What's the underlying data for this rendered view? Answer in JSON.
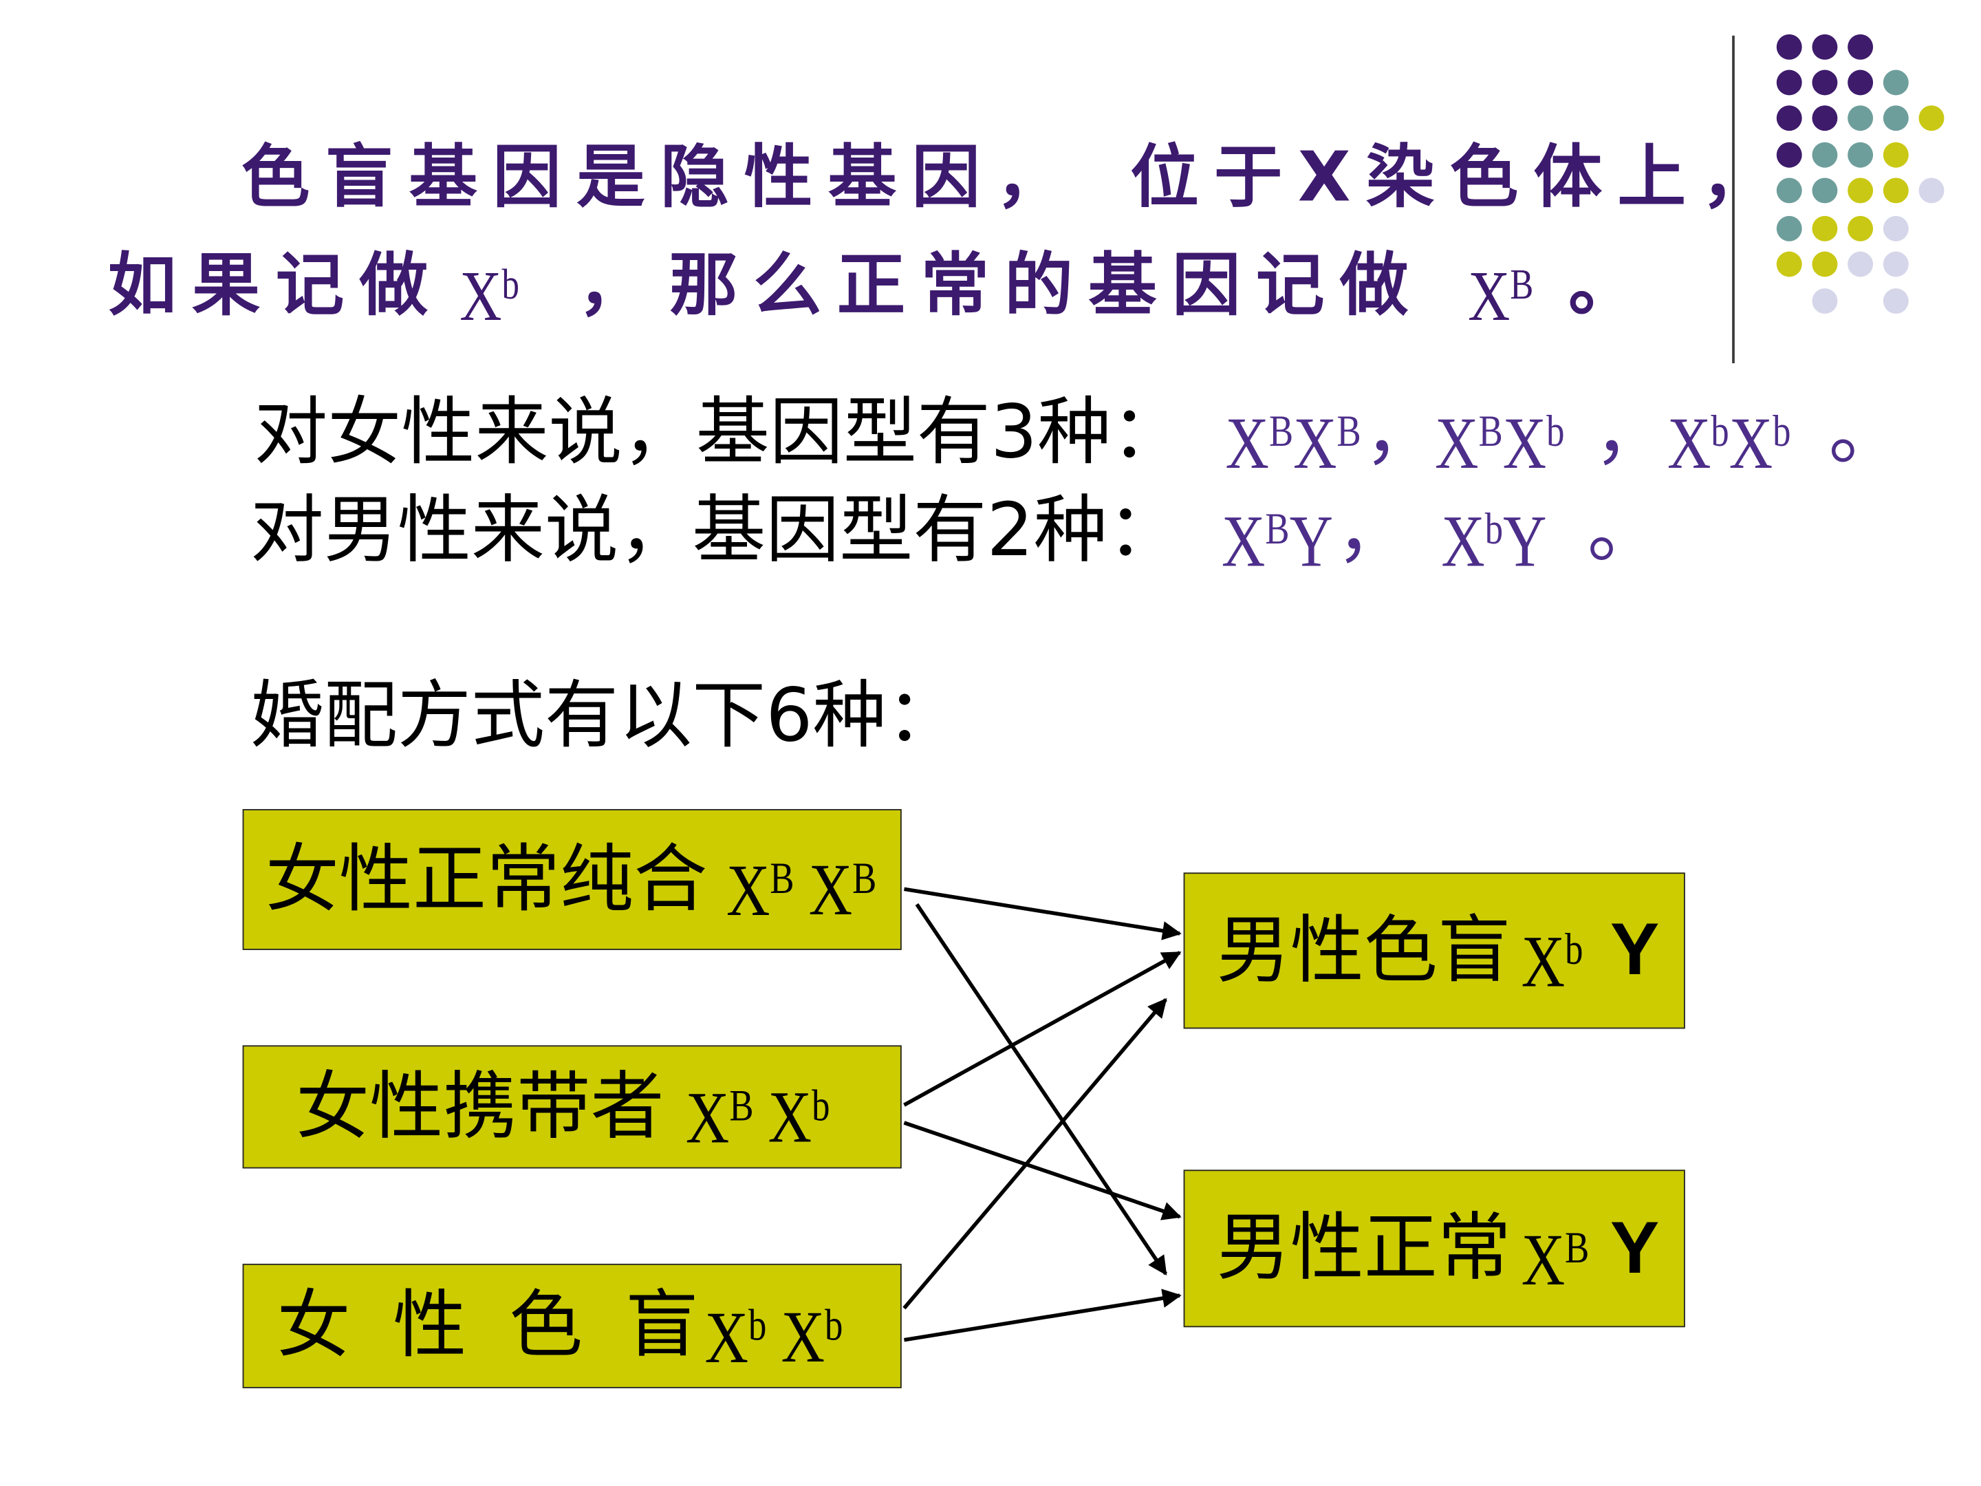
{
  "colors": {
    "title_text": "#3C1A6E",
    "genotype_text": "#4C2E8A",
    "box_fill": "#CCCC00",
    "dot_purple": "#3E1B6B",
    "dot_teal": "#6E9E9B",
    "dot_yellow": "#C9C814",
    "dot_lavender": "#D6D6EA"
  },
  "title": {
    "line1_a": "色盲基因是隐性基因，",
    "line1_b": "位于X染色体上，",
    "line2_a": "如果记做",
    "recessive": {
      "base": "X",
      "sup": "b"
    },
    "line2_comma": "，",
    "line2_b": "那么正常的基因记做",
    "dominant": {
      "base": "X",
      "sup": "B"
    },
    "line2_period": "。"
  },
  "female": {
    "label": "对女性来说，基因型有3种：",
    "genotypes": [
      {
        "a": "X",
        "a_sup": "B",
        "b": "X",
        "b_sup": "B",
        "sep": "，"
      },
      {
        "a": "X",
        "a_sup": "B",
        "b": "X",
        "b_sup": "b",
        "sep": "，"
      },
      {
        "a": "X",
        "a_sup": "b",
        "b": "X",
        "b_sup": "b",
        "sep": "。"
      }
    ]
  },
  "male": {
    "label": "对男性来说，基因型有2种：",
    "genotypes": [
      {
        "x": "X",
        "x_sup": "B",
        "y": "Y",
        "sep": "，"
      },
      {
        "x": "X",
        "x_sup": "b",
        "y": "Y",
        "sep": "。"
      }
    ]
  },
  "mating": {
    "heading": "婚配方式有以下6种：",
    "females": [
      {
        "label": "女性正常纯合",
        "a": "X",
        "a_sup": "B",
        "b": "X",
        "b_sup": "B"
      },
      {
        "label": "女性携带者",
        "a": "X",
        "a_sup": "B",
        "b": "X",
        "b_sup": "b"
      },
      {
        "label": "女 性 色 盲",
        "a": "X",
        "a_sup": "b",
        "b": "X",
        "b_sup": "b"
      }
    ],
    "males": [
      {
        "label": "男性色盲",
        "x": "X",
        "x_sup": "b",
        "y": "Y"
      },
      {
        "label": "男性正常",
        "x": "X",
        "x_sup": "B",
        "y": "Y"
      }
    ]
  }
}
